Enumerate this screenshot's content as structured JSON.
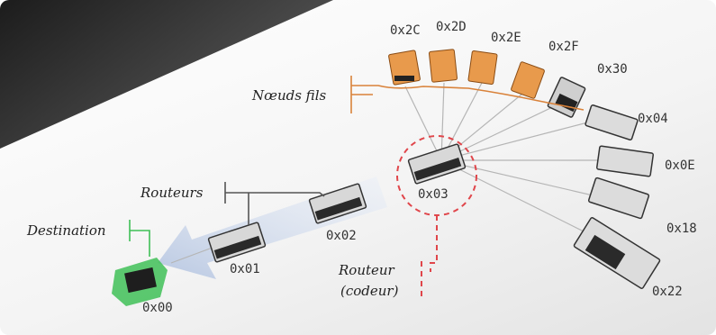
{
  "labels": {
    "child_nodes": "Nœuds fils",
    "routers": "Routeurs",
    "destination": "Destination",
    "router_encoder_line1": "Routeur",
    "router_encoder_line2": "(codeur)"
  },
  "nodes": {
    "n00": "0x00",
    "n01": "0x01",
    "n02": "0x02",
    "n03": "0x03",
    "n2c": "0x2C",
    "n2d": "0x2D",
    "n2e": "0x2E",
    "n2f": "0x2F",
    "n30": "0x30",
    "n04": "0x04",
    "n0e": "0x0E",
    "n18": "0x18",
    "n22": "0x22"
  },
  "colors": {
    "child_bracket": "#d9823a",
    "router_bracket": "#555555",
    "destination": "#3fbf57",
    "encoder_ring": "#e0464b",
    "arrow": "#c9d6ea",
    "board": "#3a3a3a",
    "orange_board": "#e89a4c"
  }
}
